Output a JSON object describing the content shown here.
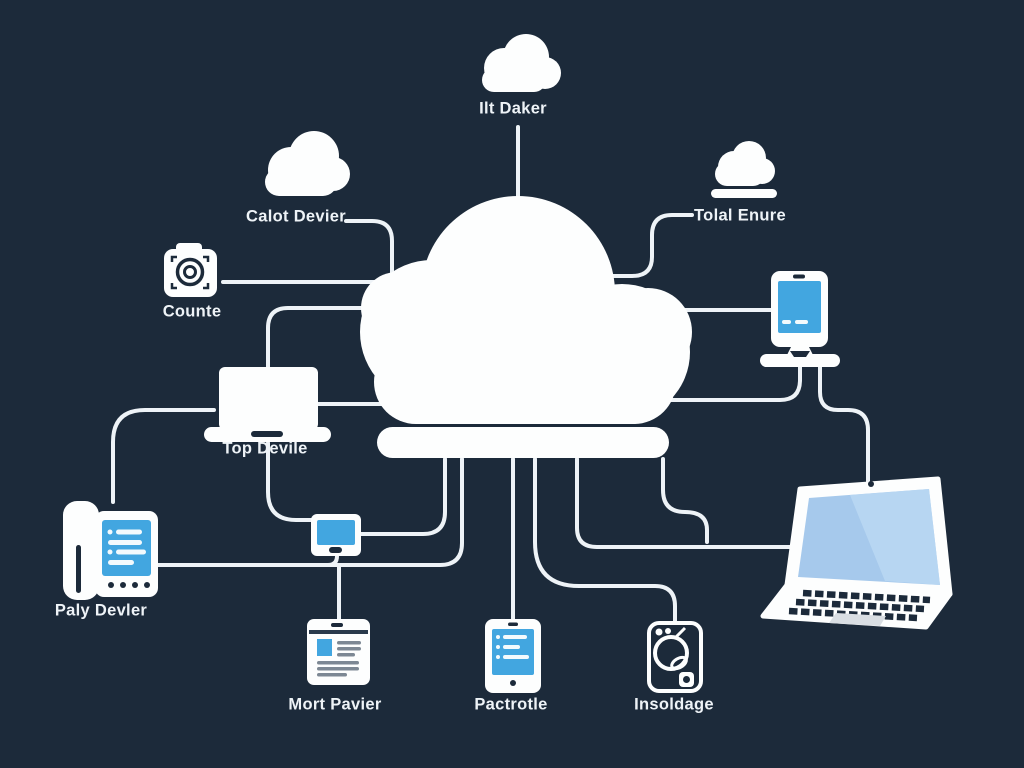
{
  "diagram": {
    "type": "cloud-network-diagram",
    "colors": {
      "background": "#1c2a3a",
      "line": "#eef3f7",
      "white": "#fdfefe",
      "screen_blue": "#42a6e0",
      "laptop_screen": "#a6c9ec",
      "laptop_screen_highlight": "#bcd9f4",
      "detail_gray": "#7d8894"
    },
    "nodes": [
      {
        "id": "ilt-daker",
        "label": "Ilt Daker",
        "icon": "cloud-icon"
      },
      {
        "id": "calot-devier",
        "label": "Calot Devier",
        "icon": "cloud-icon"
      },
      {
        "id": "tolal-enure",
        "label": "Tolal Enure",
        "icon": "cloud-tray-icon"
      },
      {
        "id": "counte",
        "label": "Counte",
        "icon": "camera-icon"
      },
      {
        "id": "top-devile",
        "label": "Top Devile",
        "icon": "laptop-icon"
      },
      {
        "id": "paly-devler",
        "label": "Paly Devler",
        "icon": "desk-phone-icon"
      },
      {
        "id": "mort-pavier",
        "label": "Mort Pavier",
        "icon": "document-icon"
      },
      {
        "id": "pactrotle",
        "label": "Pactrotle",
        "icon": "tablet-icon"
      },
      {
        "id": "insoldage",
        "label": "Insoldage",
        "icon": "appliance-outline-icon"
      }
    ],
    "unlabeled_devices": [
      {
        "icon": "central-cloud-icon"
      },
      {
        "icon": "monitor-icon"
      },
      {
        "icon": "docked-tablet-icon"
      },
      {
        "icon": "large-laptop-icon"
      }
    ]
  }
}
